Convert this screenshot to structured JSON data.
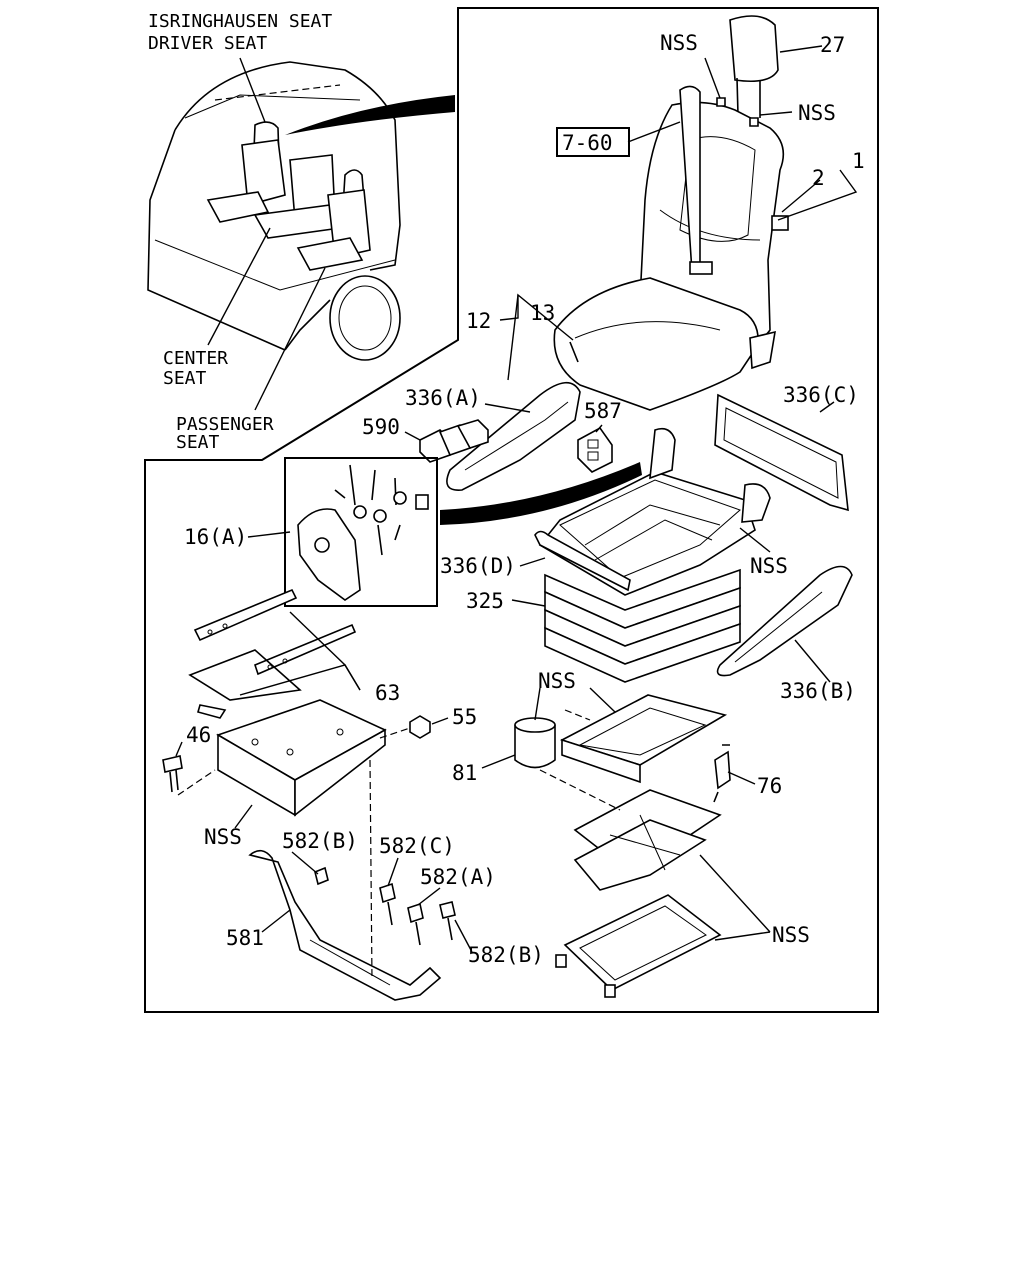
{
  "inset": {
    "title_line1": "ISRINGHAUSEN SEAT",
    "title_line2": "DRIVER SEAT",
    "center_line1": "CENTER",
    "center_line2": "SEAT",
    "passenger_line1": "PASSENGER",
    "passenger_line2": "SEAT"
  },
  "callouts": {
    "nss_headrest": "NSS",
    "c27": "27",
    "nss_back": "NSS",
    "ref_7_60": "7-60",
    "c2": "2",
    "c1": "1",
    "c12": "12",
    "c13": "13",
    "c336a": "336(A)",
    "c336c": "336(C)",
    "c590": "590",
    "c587": "587",
    "c16a": "16(A)",
    "c336d": "336(D)",
    "nss_frame": "NSS",
    "c325": "325",
    "c336b": "336(B)",
    "c63": "63",
    "c55": "55",
    "nss_base": "NSS",
    "c46": "46",
    "c81": "81",
    "c76": "76",
    "nss_plate": "NSS",
    "c582b_top": "582(B)",
    "c582c": "582(C)",
    "c582a": "582(A)",
    "c581": "581",
    "c582b_bottom": "582(B)",
    "nss_scissor": "NSS"
  }
}
